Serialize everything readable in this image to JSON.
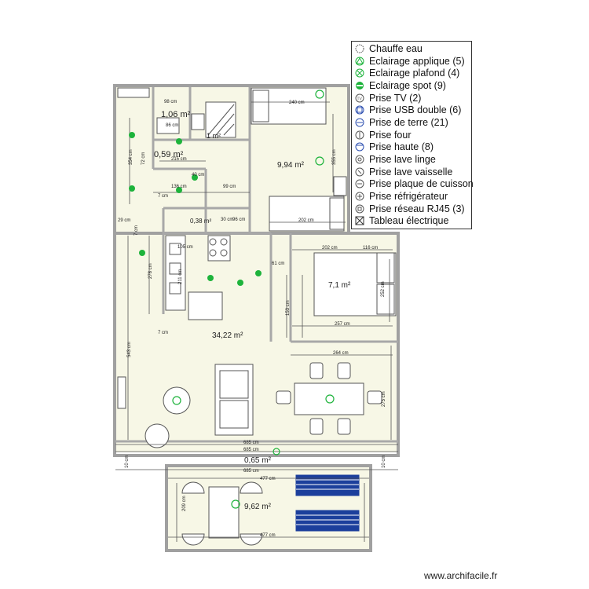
{
  "legend": [
    {
      "icon": "chauffe-eau-icon",
      "label": "Chauffe eau"
    },
    {
      "icon": "eclairage-applique-icon",
      "label": "Eclairage applique (5)"
    },
    {
      "icon": "eclairage-plafond-icon",
      "label": "Eclairage plafond (4)"
    },
    {
      "icon": "eclairage-spot-icon",
      "label": "Eclairage spot (9)"
    },
    {
      "icon": "prise-tv-icon",
      "label": "Prise TV (2)"
    },
    {
      "icon": "prise-usb-double-icon",
      "label": "Prise USB double (6)"
    },
    {
      "icon": "prise-de-terre-icon",
      "label": "Prise de terre (21)"
    },
    {
      "icon": "prise-four-icon",
      "label": "Prise four"
    },
    {
      "icon": "prise-haute-icon",
      "label": "Prise haute (8)"
    },
    {
      "icon": "prise-lave-linge-icon",
      "label": "Prise lave linge"
    },
    {
      "icon": "prise-lave-vaisselle-icon",
      "label": "Prise lave vaisselle"
    },
    {
      "icon": "prise-plaque-de-cuisson-icon",
      "label": "Prise plaque de cuisson"
    },
    {
      "icon": "prise-refrigerateur-icon",
      "label": "Prise réfrigérateur"
    },
    {
      "icon": "prise-reseau-rj45-icon",
      "label": "Prise réseau RJ45 (3)"
    },
    {
      "icon": "tableau-electrique-icon",
      "label": "Tableau électrique"
    }
  ],
  "rooms": {
    "bathroom_area": "1,06 m²",
    "wc_area": "0,59 m²",
    "bedroom1_area": "9,94 m²",
    "bedroom2_area": "7,1 m²",
    "living_area": "34,22 m²",
    "entrance_area": "0,65 m²",
    "terrace_area": "9,62 m²",
    "small_area": "1 m²",
    "closet_area": "0,38 m²"
  },
  "dimensions": {
    "d_240": "240 cm",
    "d_355": "355 cm",
    "d_202a": "202 cm",
    "d_354": "354 cm",
    "d_136": "136 cm",
    "d_99": "99 cm",
    "d_215": "215 cm",
    "d_7a": "7 cm",
    "d_7b": "7 cm",
    "d_7c": "7 cm",
    "d_278": "278 cm",
    "d_543": "543 cm",
    "d_105": "105 cm",
    "d_211": "211 cm",
    "d_202b": "202 cm",
    "d_116": "116 cm",
    "d_252": "252 cm",
    "d_257": "257 cm",
    "d_264": "264 cm",
    "d_153": "153 cm",
    "d_685a": "685 cm",
    "d_685b": "685 cm",
    "d_685c": "685 cm",
    "d_477a": "477 cm",
    "d_477b": "477 cm",
    "d_10a": "10 cm",
    "d_10b": "10 cm",
    "d_29": "29 cm",
    "d_98": "98 cm",
    "d_61": "61 cm",
    "d_86": "86 cm",
    "d_40": "40 cm",
    "d_30": "30 cm",
    "d_96": "96 cm",
    "d_72": "72 cm",
    "d_209": "209 cm",
    "d_275": "275 cm"
  },
  "watermark": "www.archifacile.fr",
  "colors": {
    "wall": "#c8c8c8",
    "wall_edge": "#8a8a8a",
    "floor": "#f7f7e6",
    "terrace_floor": "#f7f7e6",
    "light_green": "#1db33b",
    "deck_blue": "#1c3f9c",
    "dimension_line": "#555555"
  }
}
